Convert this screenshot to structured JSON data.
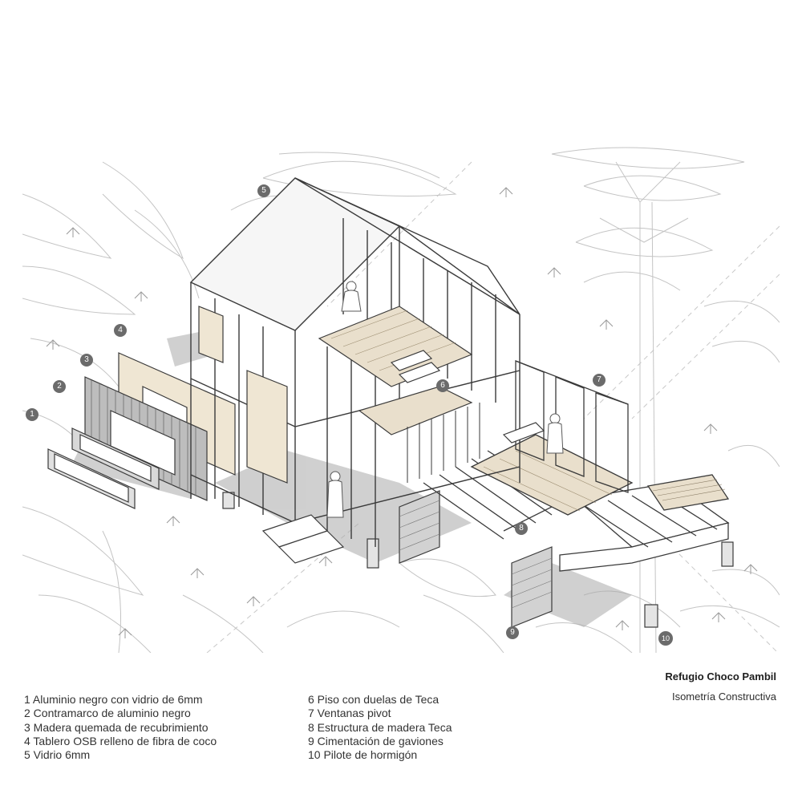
{
  "title": "Refugio Choco Pambil",
  "subtitle": "Isometría Constructiva",
  "callouts": [
    "1",
    "2",
    "3",
    "4",
    "5",
    "6",
    "7",
    "8",
    "9",
    "10"
  ],
  "legend_left": [
    "1  Aluminio negro con vidrio de 6mm",
    "2  Contramarco de aluminio negro",
    "3  Madera quemada de recubrimiento",
    "4  Tablero OSB relleno  de fibra de coco",
    "5  Vidrio 6mm"
  ],
  "legend_right": [
    "6  Piso con duelas de Teca",
    "7  Ventanas pivot",
    "8  Estructura de madera Teca",
    "9  Cimentación de gaviones",
    "10 Pilote de hormigón"
  ],
  "colors": {
    "line": "#3a3a3a",
    "vegetation": "#c4c4c4",
    "wood": "#e9dfcc",
    "panel": "#efe6d3",
    "shadow": "#a9a9a9",
    "callout_bg": "#6b6b6b"
  }
}
